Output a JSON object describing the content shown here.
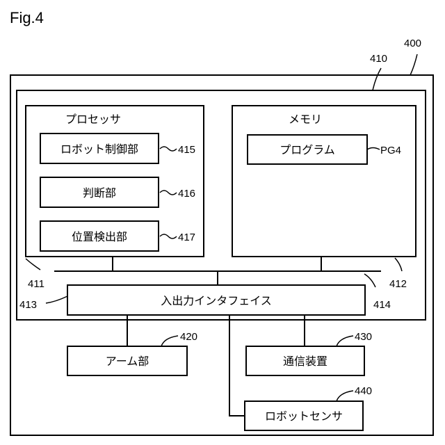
{
  "figure": {
    "label": "Fig.4"
  },
  "refs": {
    "r400": "400",
    "r410": "410",
    "r411": "411",
    "r412": "412",
    "r413": "413",
    "r414": "414",
    "r415": "415",
    "r416": "416",
    "r417": "417",
    "r420": "420",
    "r430": "430",
    "r440": "440",
    "pg4": "PG4"
  },
  "blocks": {
    "processor": "プロセッサ",
    "memory": "メモリ",
    "robot_control": "ロボット制御部",
    "judgment": "判断部",
    "position_detection": "位置検出部",
    "program": "プログラム",
    "io_interface": "入出力インタフェイス",
    "arm": "アーム部",
    "communication": "通信装置",
    "robot_sensor": "ロボットセンサ"
  }
}
